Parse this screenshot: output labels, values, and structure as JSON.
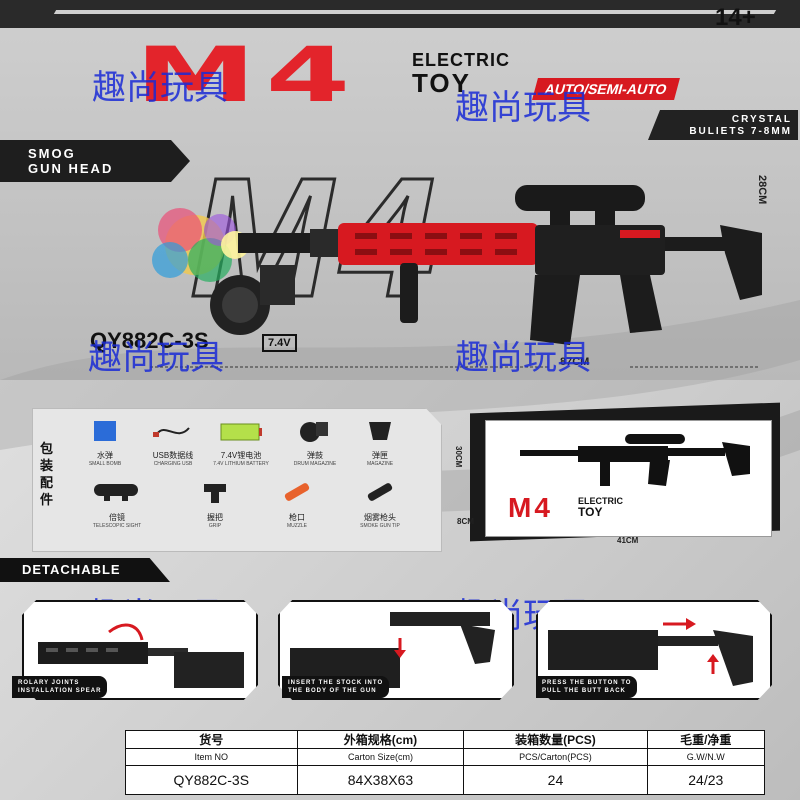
{
  "header": {
    "age": "14+",
    "title": "M4",
    "electric": "ELECTRIC",
    "toy": "TOY",
    "mode": "AUTO/SEMI-AUTO"
  },
  "badges": {
    "crystal_line1": "CRYSTAL",
    "crystal_line2": "BULIETS 7-8MM",
    "smog_line1": "SMOG",
    "smog_line2": "GUN HEAD"
  },
  "product": {
    "big_letters": "M4",
    "model": "QY882C-3S",
    "battery_tag": "7.4V",
    "length": "87CM",
    "height": "28CM"
  },
  "watermark": "趣尚玩具",
  "package": {
    "label": "包装配件",
    "items": [
      {
        "zh": "水弹",
        "en": "SMALL BOMB",
        "icon": "water-beads-icon"
      },
      {
        "zh": "USB数据线",
        "en": "CHARGING USB",
        "icon": "usb-cable-icon"
      },
      {
        "zh": "7.4V锂电池",
        "en": "7.4V LITHIUM BATTERY",
        "icon": "battery-icon"
      },
      {
        "zh": "弹鼓",
        "en": "DRUM MAGAZINE",
        "icon": "drum-magazine-icon"
      },
      {
        "zh": "弹匣",
        "en": "MAGAZINE",
        "icon": "magazine-icon"
      },
      {
        "zh": "倍镜",
        "en": "TELESCOPIC SIGHT",
        "icon": "scope-icon"
      },
      {
        "zh": "握把",
        "en": "GRIP",
        "icon": "grip-icon"
      },
      {
        "zh": "枪口",
        "en": "MUZZLE",
        "icon": "muzzle-icon"
      },
      {
        "zh": "烟雾枪头",
        "en": "SMOKE GUN TIP",
        "icon": "smoke-tip-icon"
      }
    ]
  },
  "box": {
    "title": "M4",
    "electric": "ELECTRIC",
    "toy": "TOY",
    "width": "41CM",
    "height": "30CM",
    "depth": "8CM"
  },
  "detachable": {
    "label": "DETACHABLE",
    "steps": [
      {
        "caption1": "ROLARY JOINTS",
        "caption2": "INSTALLATION SPEAR"
      },
      {
        "caption1": "INSERT THE STOCK INTO",
        "caption2": "THE BODY OF THE GUN"
      },
      {
        "caption1": "PRESS THE BUTTON TO",
        "caption2": "PULL THE BUTT BACK"
      }
    ]
  },
  "spec_table": {
    "headers_zh": [
      "货号",
      "外箱规格(cm)",
      "装箱数量(PCS)",
      "毛重/净重"
    ],
    "headers_en": [
      "Item NO",
      "Carton Size(cm)",
      "PCS/Carton(PCS)",
      "G.W/N.W"
    ],
    "values": [
      "QY882C-3S",
      "84X38X63",
      "24",
      "24/23"
    ]
  },
  "colors": {
    "accent_red": "#e3242b",
    "dark": "#1e1e1e",
    "watermark_blue": "#1a2bd6"
  }
}
